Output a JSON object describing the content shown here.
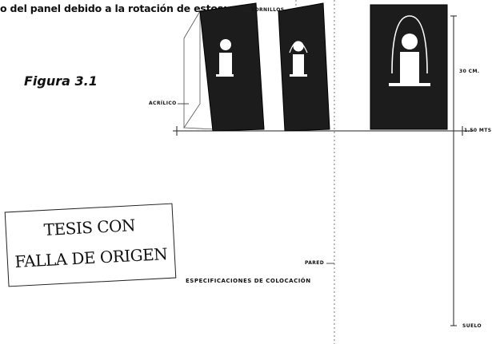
{
  "caption": "o del panel debido a la rotación de estos:",
  "figure_label": "Figura 3.1",
  "labels": {
    "tornillos": "TORNILLOS",
    "acrilico": "ACRÍLICO",
    "cm": "30 CM.",
    "mts": "1.50 MTS",
    "pared": "PARED",
    "suelo": "SUELO"
  },
  "specs_title": "ESPECIFICACIONES DE COLOCACIÓN",
  "stamp": {
    "line1": "TESIS CON",
    "line2": "FALLA DE ORIGEN"
  }
}
